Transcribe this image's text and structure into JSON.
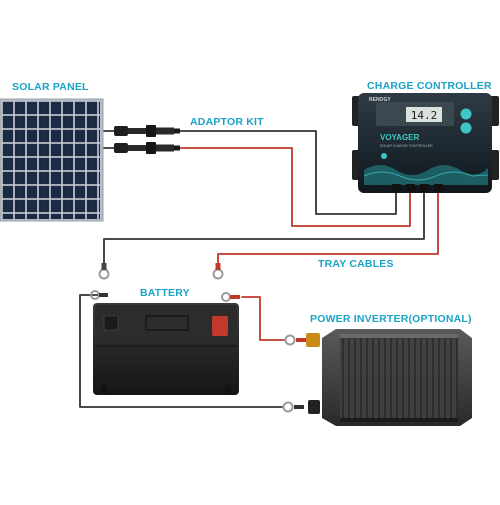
{
  "labels": {
    "solar_panel": "SOLAR PANEL",
    "adaptor_kit": "ADAPTOR KIT",
    "charge_controller": "CHARGE CONTROLLER",
    "tray_cables": "TRAY CABLES",
    "battery": "BATTERY",
    "power_inverter": "POWER INVERTER(OPTIONAL)"
  },
  "controller": {
    "brand": "RENOGY",
    "model": "VOYAGER",
    "subtitle": "SOLAR CHARGE CONTROLLER",
    "display_value": "14.2"
  },
  "colors": {
    "label": "#1aa3c7",
    "wire_positive": "#c0392b",
    "wire_negative": "#333333",
    "panel_cell": "#1b2a44",
    "controller_accent": "#3fc6c6",
    "inverter_body": "#3a3a3a"
  }
}
